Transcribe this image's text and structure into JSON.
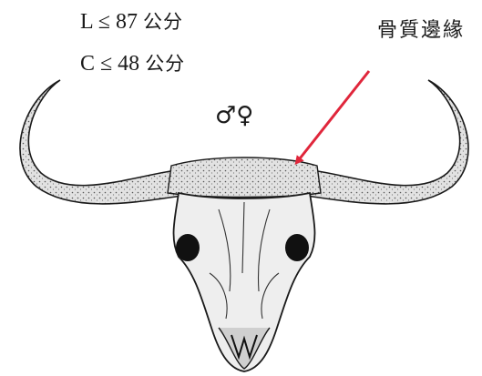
{
  "measurements": {
    "length_prefix": "L ≤ 87",
    "length_unit": "公分",
    "circumference_prefix": "C ≤ 48",
    "circumference_unit": "公分"
  },
  "sex_symbols": "♂♀",
  "annotation": {
    "label": "骨質邊緣",
    "arrow_color": "#e0263b"
  },
  "colors": {
    "ink": "#1a1a1a",
    "horn_fill": "#d9d9d9",
    "skull_fill": "#eeeeee"
  }
}
